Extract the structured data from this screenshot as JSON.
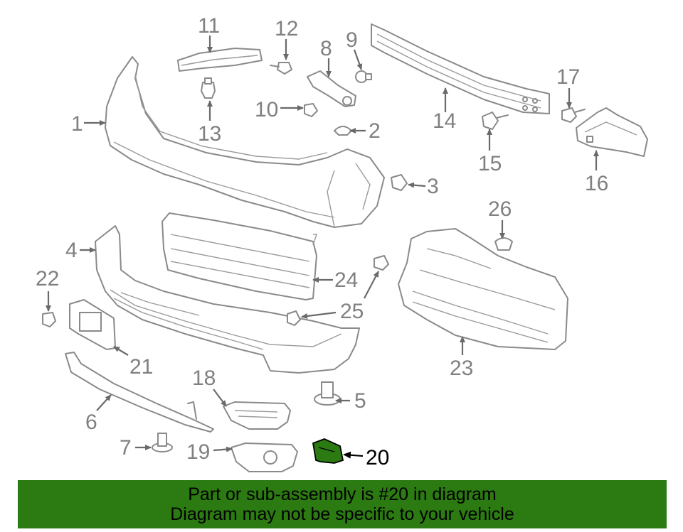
{
  "diagram": {
    "callouts": [
      "1",
      "2",
      "3",
      "4",
      "5",
      "6",
      "7",
      "8",
      "9",
      "10",
      "11",
      "12",
      "13",
      "14",
      "15",
      "16",
      "17",
      "18",
      "19",
      "20",
      "21",
      "22",
      "23",
      "24",
      "25",
      "26"
    ],
    "highlighted_callout": "20",
    "highlight_color": "#2c7a12",
    "line_color": "#8a8a8a"
  },
  "banner": {
    "line1": "Part or sub-assembly is #20 in diagram",
    "line2": "Diagram may not be specific to your vehicle",
    "background": "#2c7a12"
  }
}
